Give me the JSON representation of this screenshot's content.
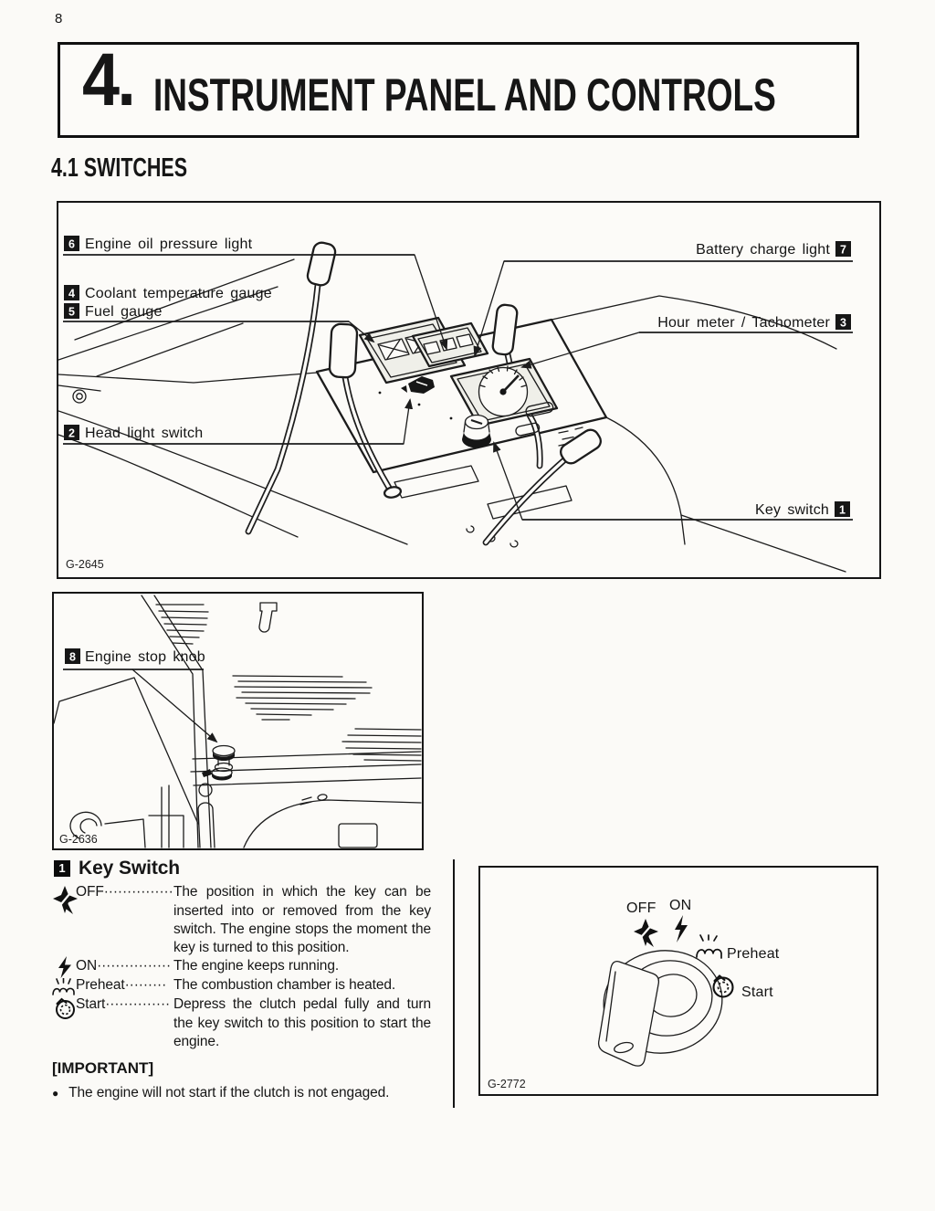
{
  "page_number": "8",
  "header": {
    "number": "4.",
    "title": "INSTRUMENT PANEL AND CONTROLS"
  },
  "section_title": "4.1 SWITCHES",
  "fig_panel": {
    "code": "G-2645",
    "labels": {
      "oil_num": "6",
      "oil": "Engine oil pressure light",
      "battery": "Battery charge light",
      "battery_num": "7",
      "coolant_num": "4",
      "coolant": "Coolant temperature gauge",
      "fuel_num": "5",
      "fuel": "Fuel gauge",
      "tach": "Hour meter / Tachometer",
      "tach_num": "3",
      "headlight_num": "2",
      "headlight": "Head light switch",
      "key": "Key switch",
      "key_num": "1"
    }
  },
  "fig_stop_knob": {
    "code": "G-2636",
    "labels": {
      "stop_num": "8",
      "stop": "Engine stop knob"
    }
  },
  "key_switch": {
    "num": "1",
    "title": "Key Switch",
    "entries": [
      {
        "icon": "key-off-icon",
        "term": "OFF",
        "dots": "···············",
        "desc": "The position in which the key can be inserted into or removed from the key switch. The engine stops the moment the key is turned to this position."
      },
      {
        "icon": "power-on-icon",
        "term": "ON",
        "dots": "················",
        "desc": "The engine keeps running."
      },
      {
        "icon": "preheat-icon",
        "term": "Preheat",
        "dots": "·········",
        "desc": "The combustion chamber is heated."
      },
      {
        "icon": "start-icon",
        "term": "Start",
        "dots": "··············",
        "desc": "Depress the clutch pedal fully and turn the key switch to this position to start the engine."
      }
    ],
    "important_label": "[IMPORTANT]",
    "bullet": "●",
    "important_note": "The engine will not start if the clutch is not engaged."
  },
  "fig_key": {
    "code": "G-2772",
    "labels": {
      "off": "OFF",
      "on": "ON",
      "preheat": "Preheat",
      "start": "Start"
    }
  }
}
